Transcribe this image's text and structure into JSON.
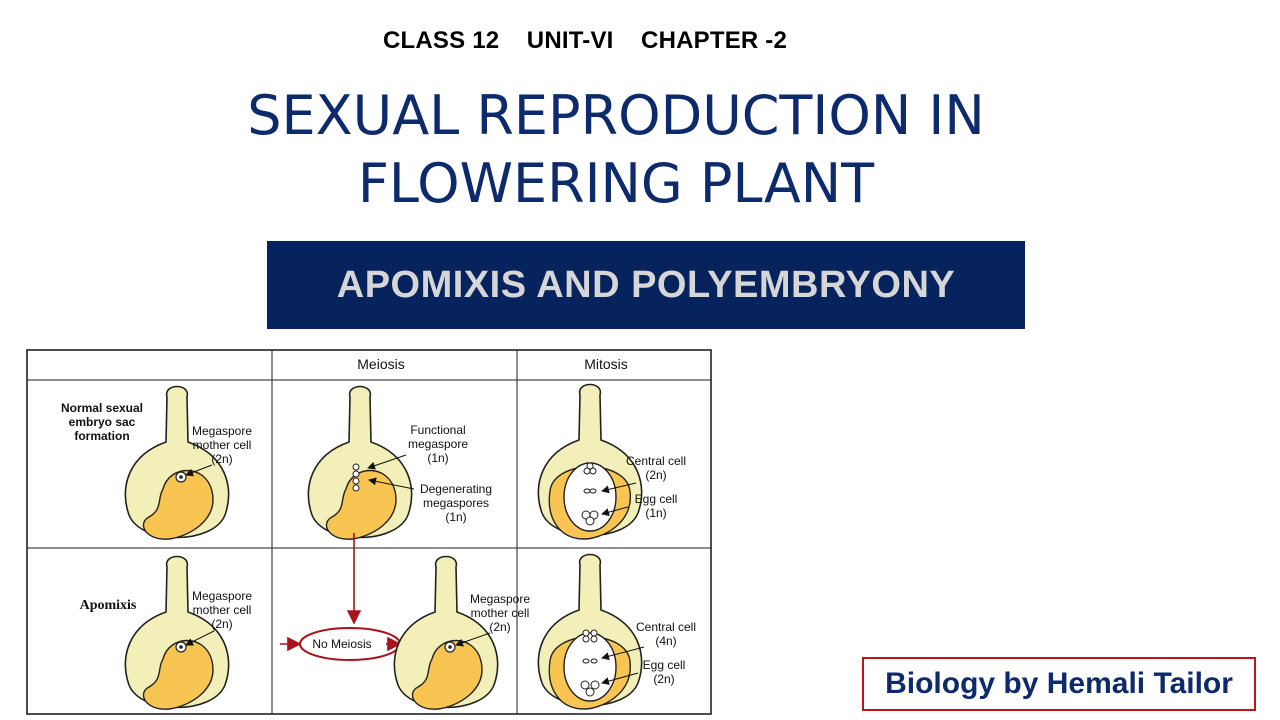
{
  "header": {
    "class_label": "CLASS 12",
    "unit_label": "UNIT-VI",
    "chapter_label": "CHAPTER -2"
  },
  "title": {
    "line1": "SEXUAL REPRODUCTION IN",
    "line2": "FLOWERING PLANT"
  },
  "banner": {
    "text": "APOMIXIS AND POLYEMBRYONY"
  },
  "diagram": {
    "col_meiosis": "Meiosis",
    "col_mitosis": "Mitosis",
    "row1_label": [
      "Normal sexual",
      "embryo sac",
      "formation"
    ],
    "row2_label": "Apomixis",
    "r1c1": {
      "l1": "Megaspore",
      "l2": "mother cell",
      "l3": "(2n)"
    },
    "r1c2_functional": {
      "l1": "Functional",
      "l2": "megaspore",
      "l3": "(1n)"
    },
    "r1c2_degenerating": {
      "l1": "Degenerating",
      "l2": "megaspores",
      "l3": "(1n)"
    },
    "r1c3_central": {
      "l1": "Central cell",
      "l2": "(2n)"
    },
    "r1c3_egg": {
      "l1": "Egg cell",
      "l2": "(1n)"
    },
    "r2c1": {
      "l1": "Megaspore",
      "l2": "mother cell",
      "l3": "(2n)"
    },
    "no_meiosis": "No Meiosis",
    "r2c2": {
      "l1": "Megaspore",
      "l2": "mother cell",
      "l3": "(2n)"
    },
    "r2c3_central": {
      "l1": "Central cell",
      "l2": "(4n)"
    },
    "r2c3_egg": {
      "l1": "Egg cell",
      "l2": "(2n)"
    }
  },
  "credit": {
    "text": "Biology by Hemali Tailor"
  },
  "colors": {
    "title": "#0d2a6c",
    "banner_bg": "#06235e",
    "banner_text": "#d6d6d6",
    "credit_border": "#c0141b",
    "ovule_fill": "#f2f0b8",
    "nucellus_fill": "#f8c552",
    "arrow_red": "#a8131c"
  }
}
